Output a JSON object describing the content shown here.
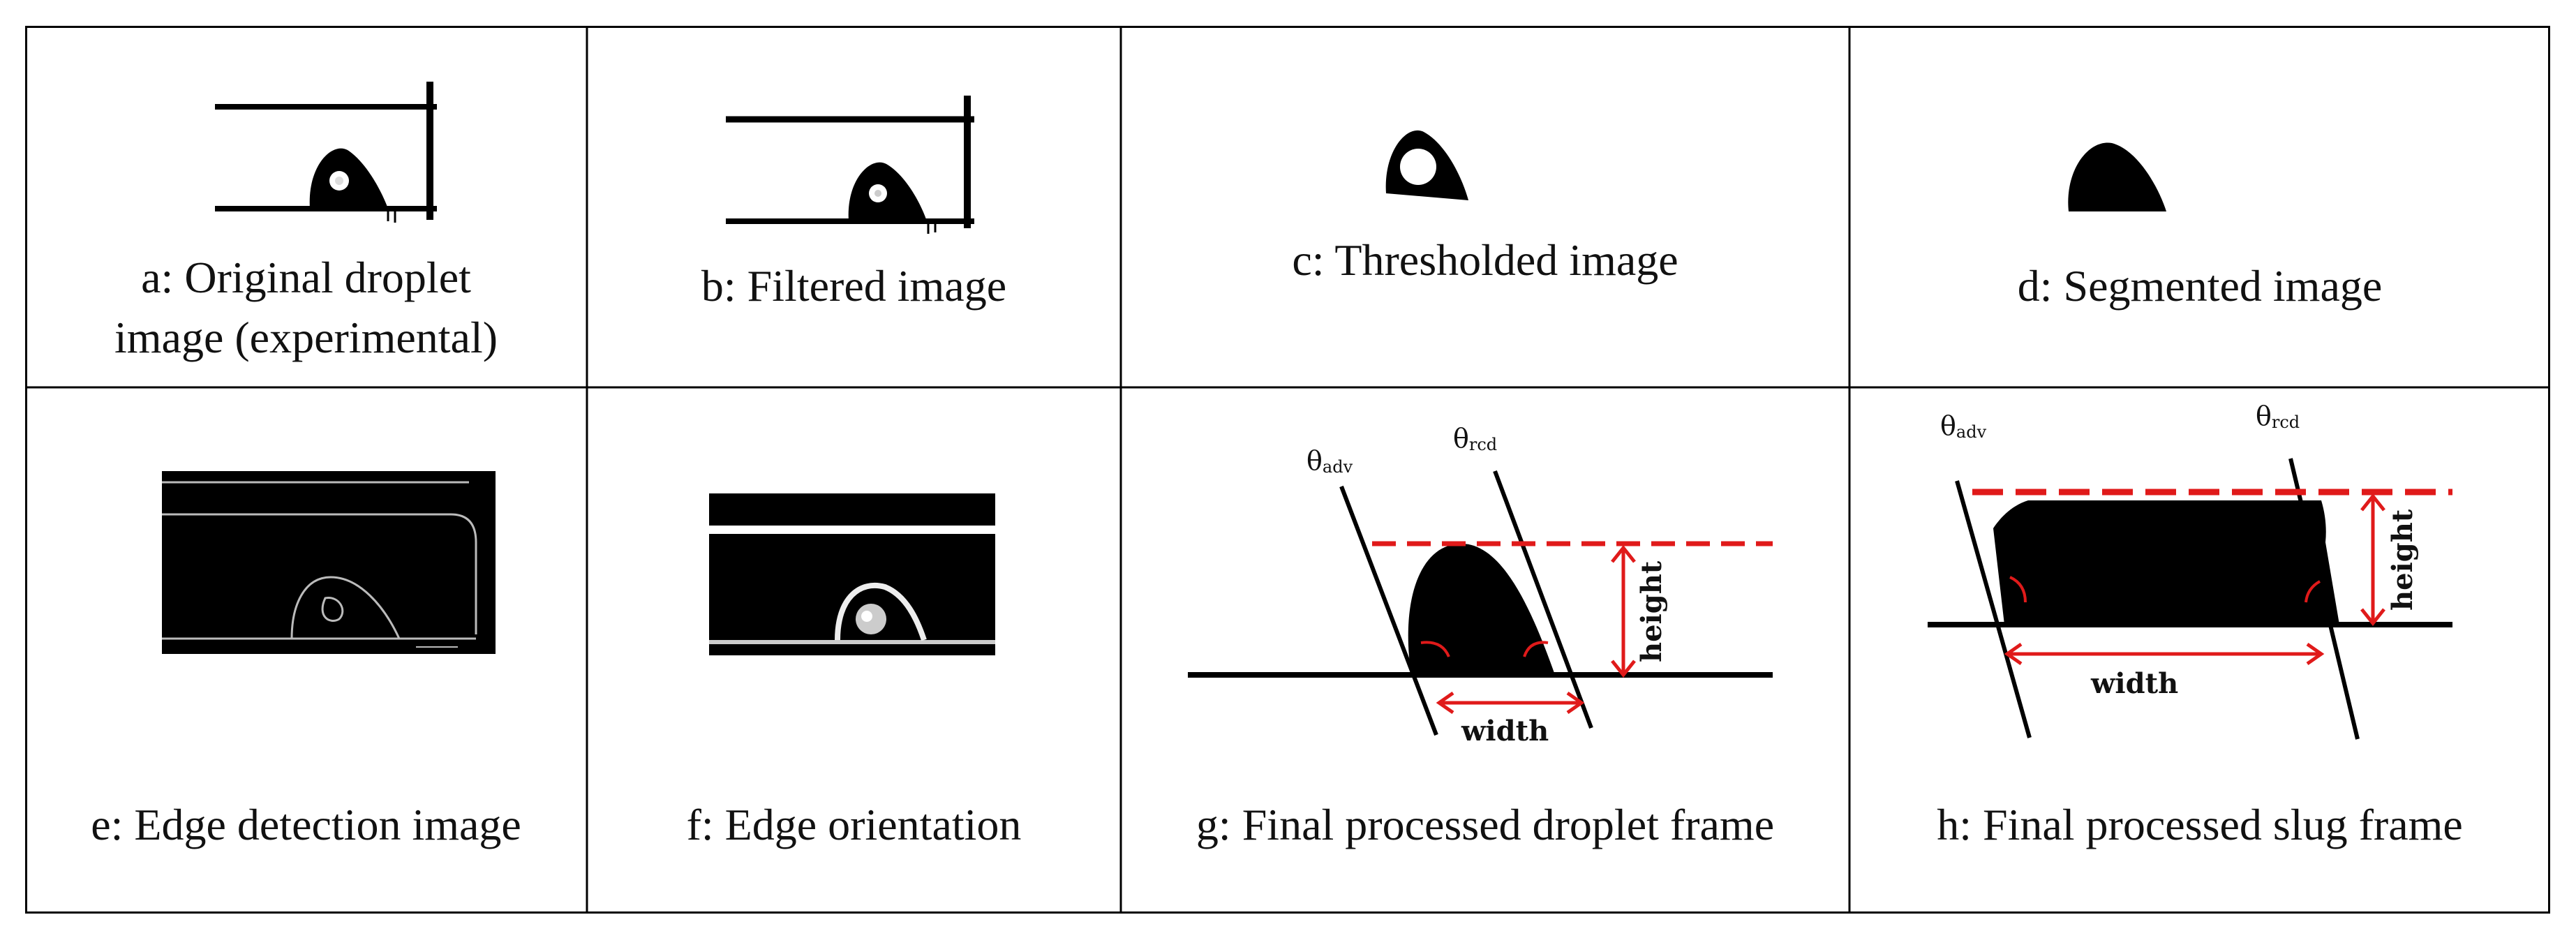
{
  "cells": [
    {
      "id": "a",
      "caption_line1": "a: Original droplet",
      "caption_line2": "image (experimental)"
    },
    {
      "id": "b",
      "caption": "b: Filtered image"
    },
    {
      "id": "c",
      "caption": "c: Thresholded image"
    },
    {
      "id": "d",
      "caption": "d: Segmented image"
    },
    {
      "id": "e",
      "caption": "e: Edge detection image"
    },
    {
      "id": "f",
      "caption": "f: Edge orientation"
    },
    {
      "id": "g",
      "caption": "g: Final processed droplet frame"
    },
    {
      "id": "h",
      "caption": "h: Final processed slug frame"
    }
  ],
  "annotations": {
    "theta_symbol": "θ",
    "adv_subscript": "adv",
    "rcd_subscript": "rcd",
    "height_label": "height",
    "width_label": "width"
  },
  "colors": {
    "grid_line": "#000000",
    "annotation_red": "#e01a1a",
    "shape_fill": "#000000"
  }
}
